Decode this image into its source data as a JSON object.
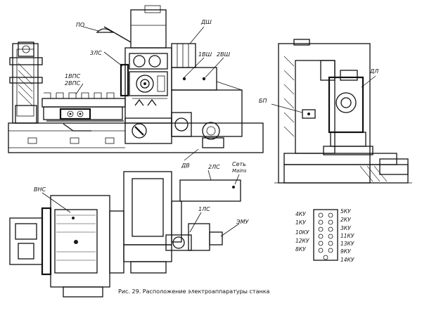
{
  "caption": "Рис. 29. Расположение электроаппаратуры станка",
  "labels": {
    "po": "ПО",
    "zls": "3ЛС",
    "dsh": "ДШ",
    "bps1": "1ВПС",
    "bps2": "2ВПС",
    "bsh1": "1ВШ",
    "bsh2": "2ВШ",
    "dv": "ДВ",
    "bp": "БП",
    "dl": "ДЛ",
    "vns": "ВНС",
    "ls2": "2ЛС",
    "ls1": "1ЛС",
    "set": "Сеть",
    "mains": "Mains",
    "emu": "ЭМУ"
  },
  "panel": {
    "left": [
      "4КУ",
      "1КУ",
      "10КУ",
      "12КУ",
      "8КУ"
    ],
    "right": [
      "5КУ",
      "2КУ",
      "3КУ",
      "11КУ",
      "13КУ",
      "9КУ",
      "14КУ"
    ]
  }
}
